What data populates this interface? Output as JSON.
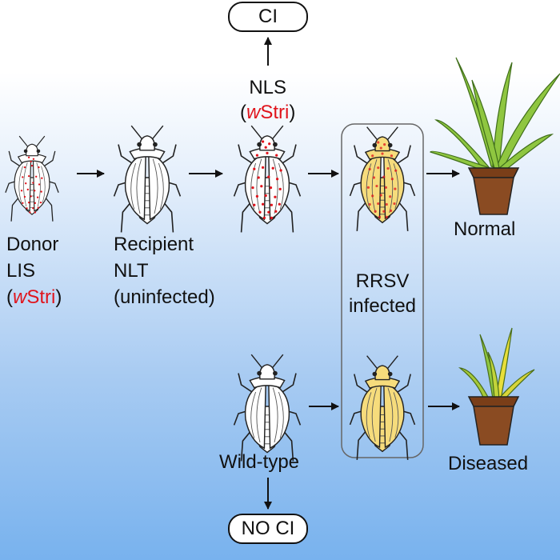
{
  "nodes": {
    "ci": "CI",
    "no_ci": "NO CI",
    "nls": {
      "line1": "NLS",
      "open": "(",
      "w": "w",
      "stri": "Stri",
      "close": ")"
    },
    "donor": {
      "line1": "Donor",
      "line2": "LIS",
      "open": "(",
      "w": "w",
      "stri": "Stri",
      "close": ")"
    },
    "recipient": {
      "line1": "Recipient",
      "line2": "NLT",
      "line3": "(uninfected)"
    },
    "infected": {
      "line1": "RRSV",
      "line2": "infected"
    },
    "normal": "Normal",
    "wild_type": "Wild-type",
    "diseased": "Diseased"
  },
  "icons": {
    "insects": [
      "donor-planthopper-icon",
      "recipient-planthopper-icon",
      "nls-planthopper-icon",
      "infected-nls-planthopper-icon",
      "wild-type-planthopper-icon",
      "infected-wild-type-planthopper-icon"
    ],
    "plants": [
      "normal-rice-plant-icon",
      "diseased-rice-plant-icon"
    ]
  },
  "colors": {
    "wolbachia_dot": "#e0141c",
    "infected_body": "#f6dc7c",
    "leaf_green": "#8fc640",
    "leaf_yellow": "#e8de3a",
    "pot": "#8a4b22",
    "background_top": "#ffffff",
    "background_bottom": "#78b2ee"
  }
}
